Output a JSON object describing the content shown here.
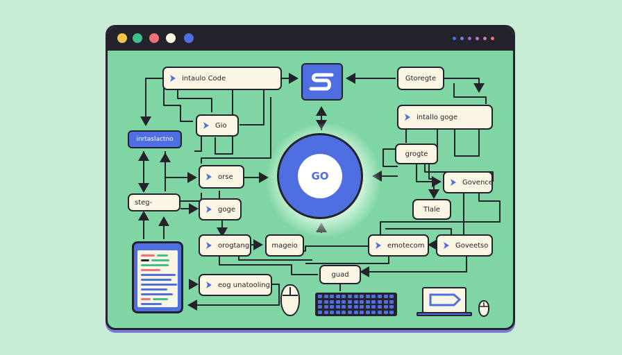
{
  "window": {
    "traffic_lights": [
      "#f4c54a",
      "#3fbf8a",
      "#ef6f7a",
      "#fbf6e4",
      "#4f6fe0"
    ],
    "toolbar_dots": [
      "#4f6fe0",
      "#7a7ad6",
      "#8f6fd6",
      "#b07ad6",
      "#d07ab6",
      "#ef6f7a"
    ]
  },
  "colors": {
    "panel": "#7fd6a4",
    "node_fill": "#fbf6e4",
    "accent": "#4f6fe0",
    "outline": "#24222a"
  },
  "nodes": {
    "intuite_code": "intaulo Code",
    "gio": "Gio",
    "orse": "orse",
    "goge": "goge",
    "orogtang": "orogtang",
    "mageio": "mageio",
    "eog_unatooling": "eog unatooling",
    "stage": "steg-",
    "storegte": "Gtoregte",
    "intallo_goge": "intallo goge",
    "grogte": "grogte",
    "govence": "Govence",
    "title": "Tlale",
    "emotecom": "emotecom",
    "goveetso": "Goveetso",
    "guad": "guad"
  },
  "pill_label": "inrtaslactno",
  "center_label": "GO",
  "logo_glyph": "S"
}
